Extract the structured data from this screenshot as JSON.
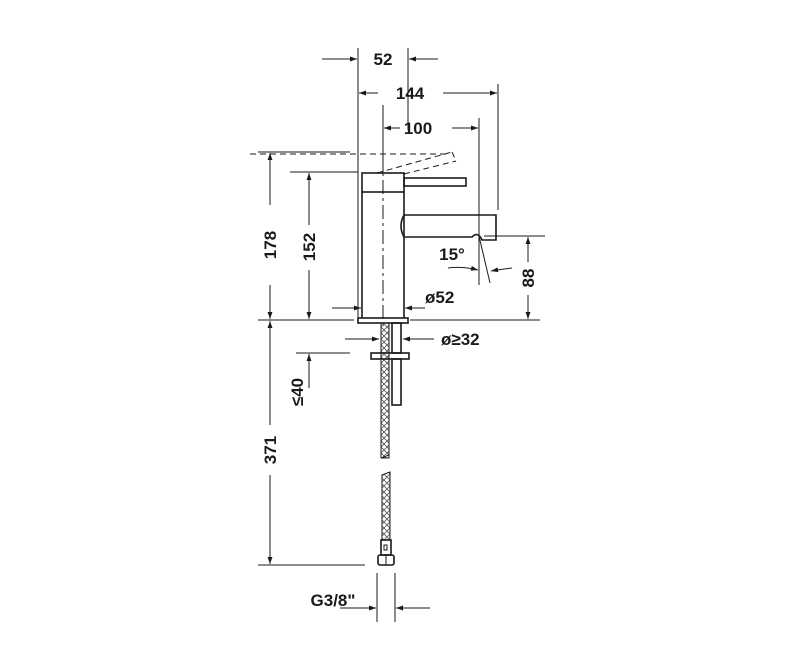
{
  "drawing": {
    "type": "technical-dimension-drawing",
    "subject": "single-lever basin mixer faucet",
    "units": "mm",
    "dimensions": {
      "body_width": "52",
      "overall_depth": "144",
      "spout_reach": "100",
      "overall_height": "178",
      "body_height": "152",
      "spout_outlet_height": "88",
      "spout_angle": "15°",
      "body_diameter": "ø52",
      "hole_diameter": "ø≥32",
      "max_deck_thickness": "≤40",
      "hose_length": "371",
      "connection_thread": "G3/8\""
    }
  }
}
